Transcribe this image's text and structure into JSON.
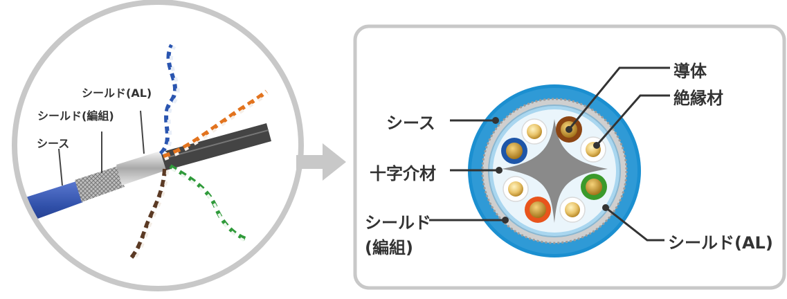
{
  "photo_labels": {
    "shield_al": "シールド(AL)",
    "shield_braid": "シールド(編組)",
    "sheath": "シース"
  },
  "diagram_labels": {
    "conductor": "導体",
    "insulation": "絶縁材",
    "sheath": "シース",
    "cross_filler": "十字介材",
    "shield_braid_line1": "シールド",
    "shield_braid_line2": "(編組)",
    "shield_al": "シールド(AL)"
  },
  "colors": {
    "frame": "#c8c8c8",
    "sheath_blue": "#1b8fd0",
    "cable_blue": "#2f4fa8",
    "pair_brown": "#8b4513",
    "pair_blue": "#1e56a8",
    "pair_green": "#3a9a2c",
    "pair_orange": "#e8541c",
    "copper": "#e9c46a",
    "cross": "#8a8a8a",
    "label_text": "#333333"
  }
}
